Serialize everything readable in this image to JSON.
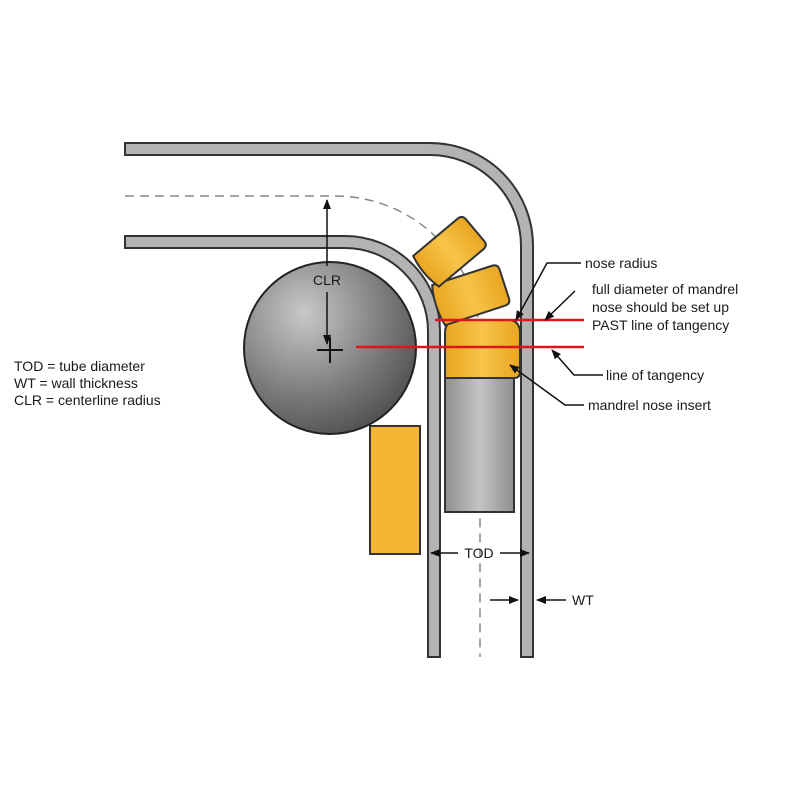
{
  "labels": {
    "clr": "CLR",
    "tod": "TOD",
    "wt": "WT",
    "nose_radius": "nose radius",
    "full_diameter_line1": "full diameter of mandrel",
    "full_diameter_line2": "nose should be set up",
    "full_diameter_line3": "PAST line of tangency",
    "line_of_tangency": "line of tangency",
    "mandrel_nose_insert": "mandrel nose insert"
  },
  "legend": [
    {
      "text": "TOD =  tube diameter"
    },
    {
      "text": "WT =  wall thickness"
    },
    {
      "text": "CLR = centerline radius"
    }
  ],
  "colors": {
    "tube_wall": "#b3b3b3",
    "outline": "#333333",
    "yellow": "#f2b632",
    "red_line": "#e0141c",
    "mandrel": "#a8a8a8"
  }
}
